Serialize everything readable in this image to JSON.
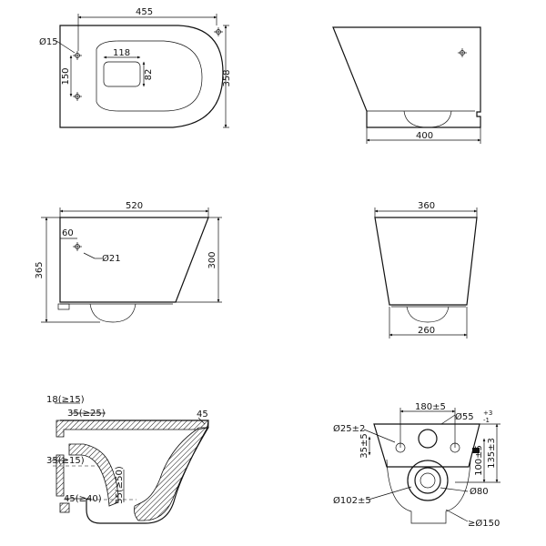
{
  "top_view": {
    "width": "455",
    "depth": "358",
    "hole": "Ø15",
    "hole_spacing": "150",
    "outlet_w": "118",
    "outlet_h": "82"
  },
  "side_view_rear": {
    "base": "400"
  },
  "side_view": {
    "length": "520",
    "height_total": "365",
    "height_body": "300",
    "hole_offset": "60",
    "hole_dia": "Ø21"
  },
  "front_view": {
    "top_width": "360",
    "bottom_width": "260"
  },
  "section_view": {
    "d1": "18(≥15)",
    "d2": "35(≥25)",
    "d3": "35(≥15)",
    "d4": "45(≥40)",
    "d5": "55(≥50)",
    "d6": "45"
  },
  "rear_view": {
    "spacing": "180±5",
    "center_hole": "Ø55",
    "tol_top": "+3",
    "tol_bottom": "-1",
    "side_hole": "Ø25±2",
    "v1": "35±5",
    "v2": "100±5",
    "v3": "135±3",
    "outlet": "Ø102±5",
    "inner": "Ø80",
    "flange": "≥Ø150"
  }
}
